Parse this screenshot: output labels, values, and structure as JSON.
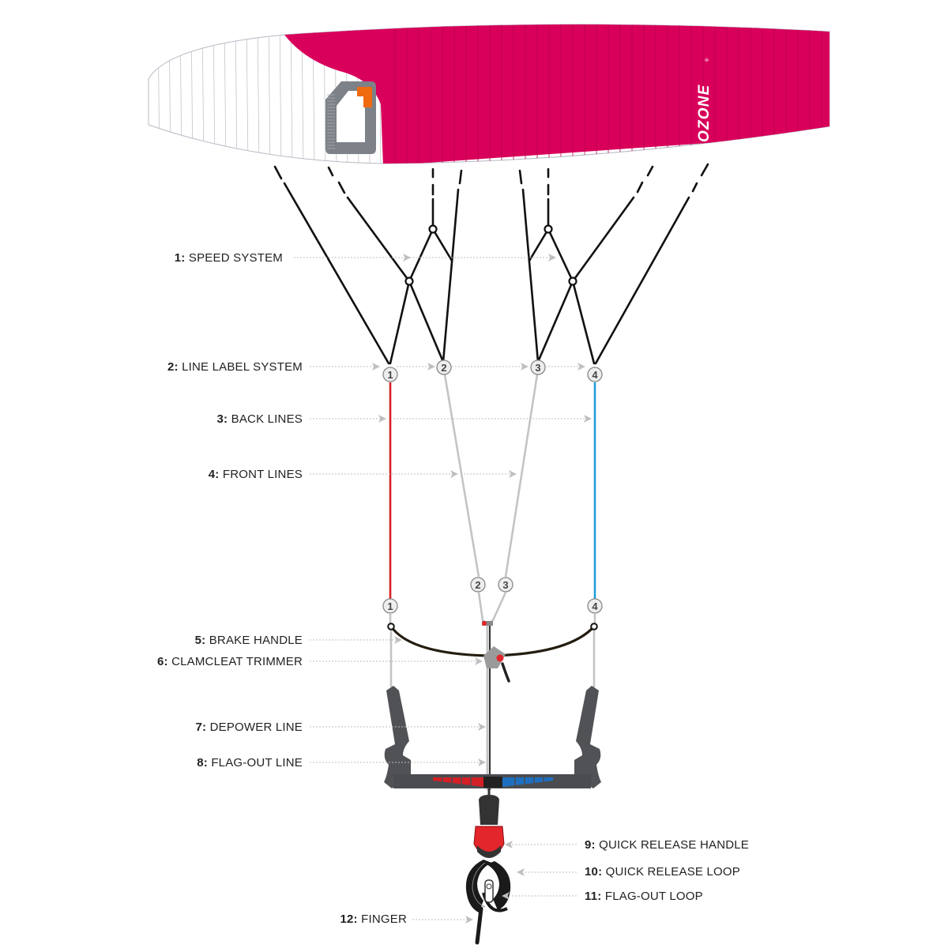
{
  "brand": {
    "name": "OZONE",
    "mark": "®"
  },
  "colors": {
    "canopy": "#d9005b",
    "canopy_dark": "#b8004c",
    "back_line_left": "#d41f26",
    "back_line_right": "#1e9ed8",
    "front_line": "#c4c4c4",
    "bridle": "#111111",
    "bar_body": "#444444",
    "bar_red": "#d41f26",
    "bar_blue": "#1e6fc0",
    "qr_red": "#e2262b",
    "logo_orange": "#f06a10",
    "arrow": "#bfbfbf"
  },
  "line_numbers": [
    "1",
    "2",
    "3",
    "4"
  ],
  "labels": [
    {
      "num": "1:",
      "text": "SPEED SYSTEM"
    },
    {
      "num": "2:",
      "text": "LINE LABEL SYSTEM"
    },
    {
      "num": "3:",
      "text": "BACK LINES"
    },
    {
      "num": "4:",
      "text": "FRONT LINES"
    },
    {
      "num": "5:",
      "text": "BRAKE HANDLE"
    },
    {
      "num": "6:",
      "text": "CLAMCLEAT TRIMMER"
    },
    {
      "num": "7:",
      "text": "DEPOWER LINE"
    },
    {
      "num": "8:",
      "text": "FLAG-OUT LINE"
    },
    {
      "num": "9:",
      "text": "QUICK RELEASE HANDLE"
    },
    {
      "num": "10:",
      "text": "QUICK RELEASE LOOP"
    },
    {
      "num": "11:",
      "text": "FLAG-OUT LOOP"
    },
    {
      "num": "12:",
      "text": "FINGER"
    }
  ]
}
